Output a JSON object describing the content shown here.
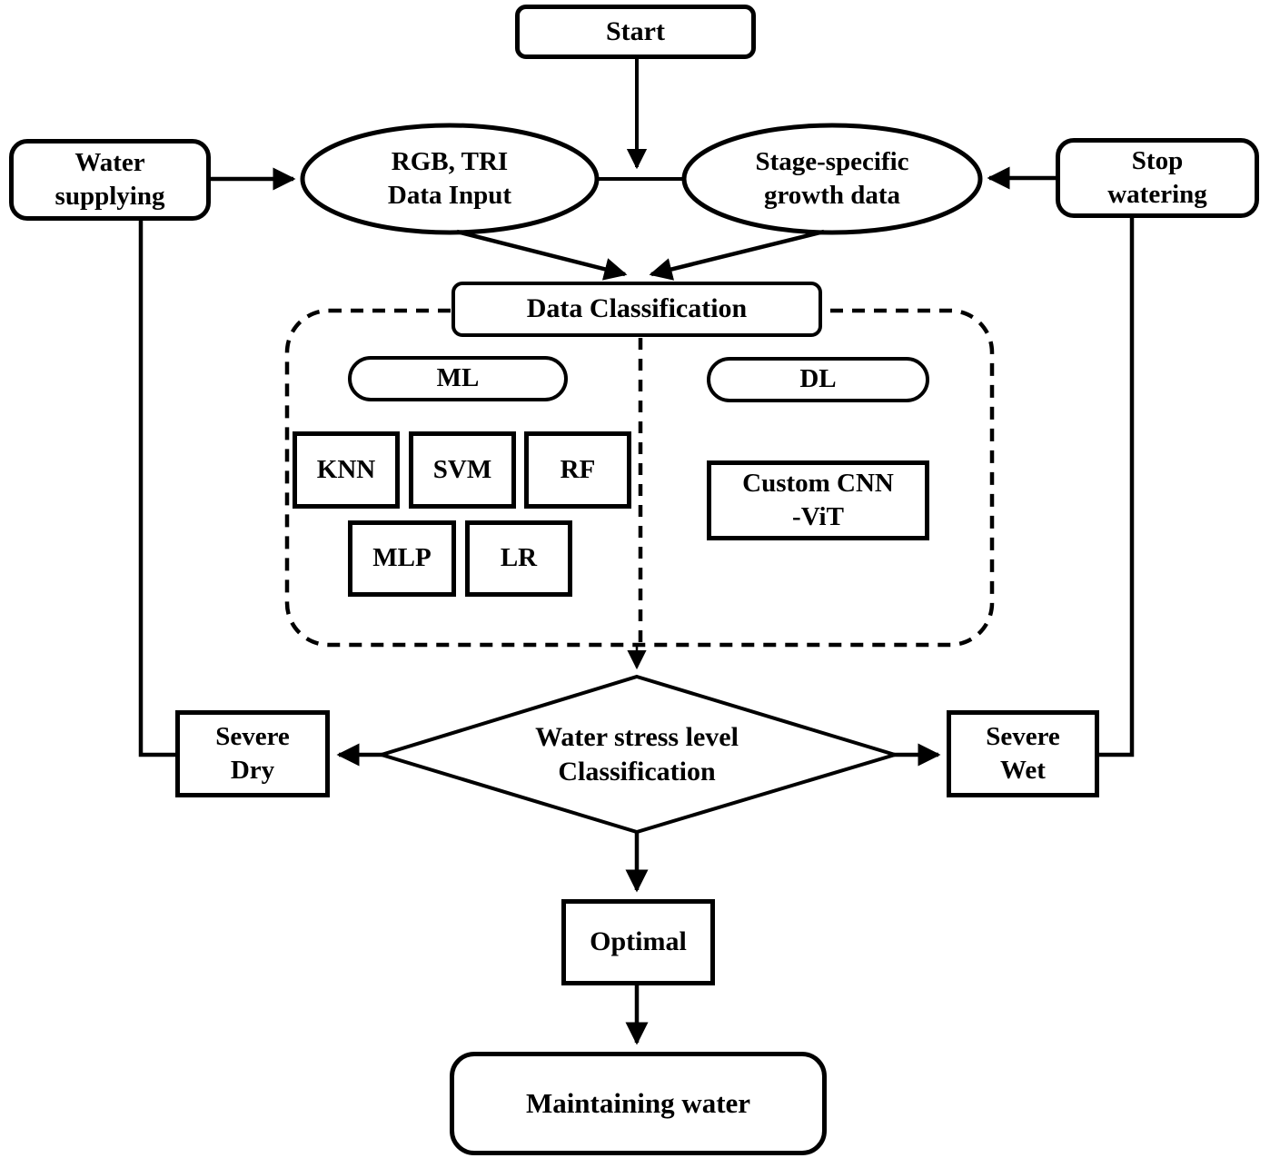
{
  "colors": {
    "line": "#000000",
    "text": "#000000",
    "background": "#ffffff"
  },
  "nodes": {
    "start": "Start",
    "water_supplying": "Water\nsupplying",
    "rgb_tri_input": "RGB, TRI\nData Input",
    "stage_growth": "Stage-specific\ngrowth data",
    "stop_watering": "Stop\nwatering",
    "data_classification": "Data Classification",
    "ml": "ML",
    "dl": "DL",
    "knn": "KNN",
    "svm": "SVM",
    "rf": "RF",
    "mlp": "MLP",
    "lr": "LR",
    "custom_cnn_vit": "Custom CNN\n-ViT",
    "water_stress_decision": "Water stress level\nClassification",
    "severe_dry": "Severe\nDry",
    "severe_wet": "Severe\nWet",
    "optimal": "Optimal",
    "maintaining_water": "Maintaining water"
  }
}
